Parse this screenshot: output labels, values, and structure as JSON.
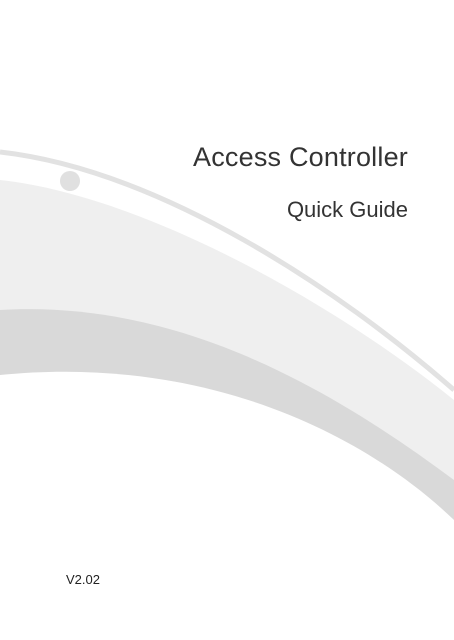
{
  "cover": {
    "title": "Access Controller",
    "subtitle": "Quick Guide",
    "version": "V2.02"
  }
}
